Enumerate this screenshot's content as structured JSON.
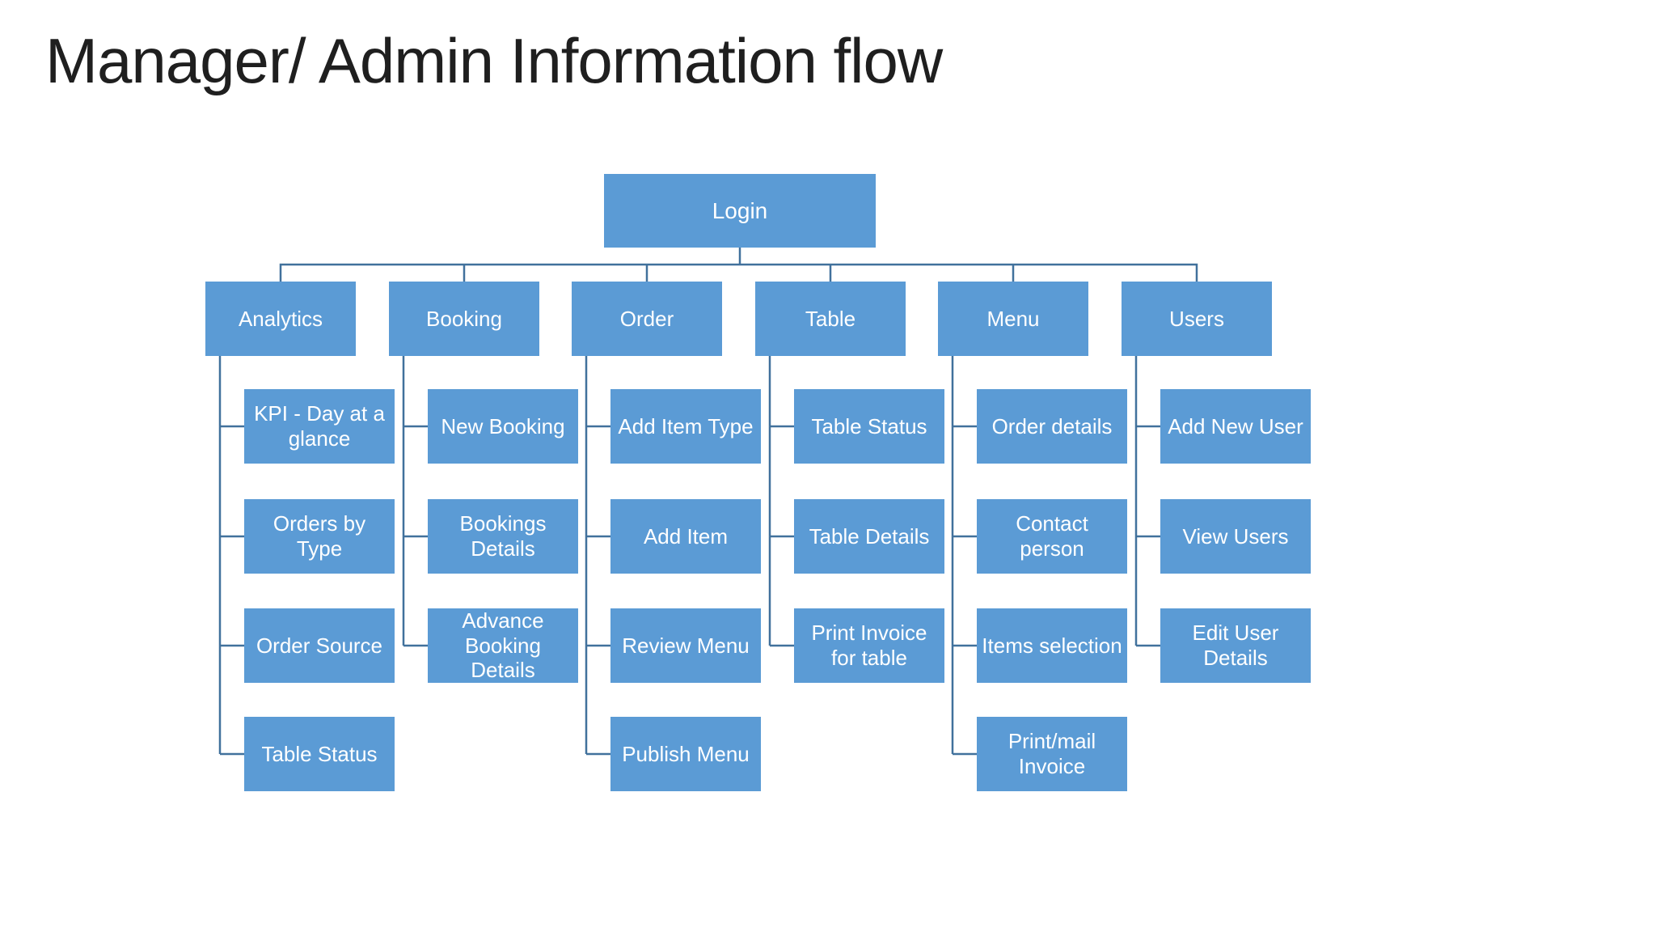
{
  "slide": {
    "title": "Manager/ Admin Information flow",
    "colors": {
      "background": "#ffffff",
      "box_fill": "#5b9bd5",
      "box_text": "#ffffff",
      "connector": "#41719c",
      "title_color": "#1f1f1f"
    }
  },
  "root": {
    "label": "Login"
  },
  "sections": [
    {
      "label": "Analytics",
      "children": [
        "KPI - Day at a glance",
        "Orders by Type",
        "Order Source",
        "Table Status"
      ]
    },
    {
      "label": "Booking",
      "children": [
        "New Booking",
        "Bookings Details",
        "Advance Booking Details"
      ]
    },
    {
      "label": "Order",
      "children": [
        "Add Item Type",
        "Add Item",
        "Review Menu",
        "Publish Menu"
      ]
    },
    {
      "label": "Table",
      "children": [
        "Table Status",
        "Table Details",
        "Print Invoice for table"
      ]
    },
    {
      "label": "Menu",
      "children": [
        "Order details",
        "Contact person",
        "Items selection",
        "Print/mail Invoice"
      ]
    },
    {
      "label": "Users",
      "children": [
        "Add New User",
        "View Users",
        "Edit User Details"
      ]
    }
  ]
}
